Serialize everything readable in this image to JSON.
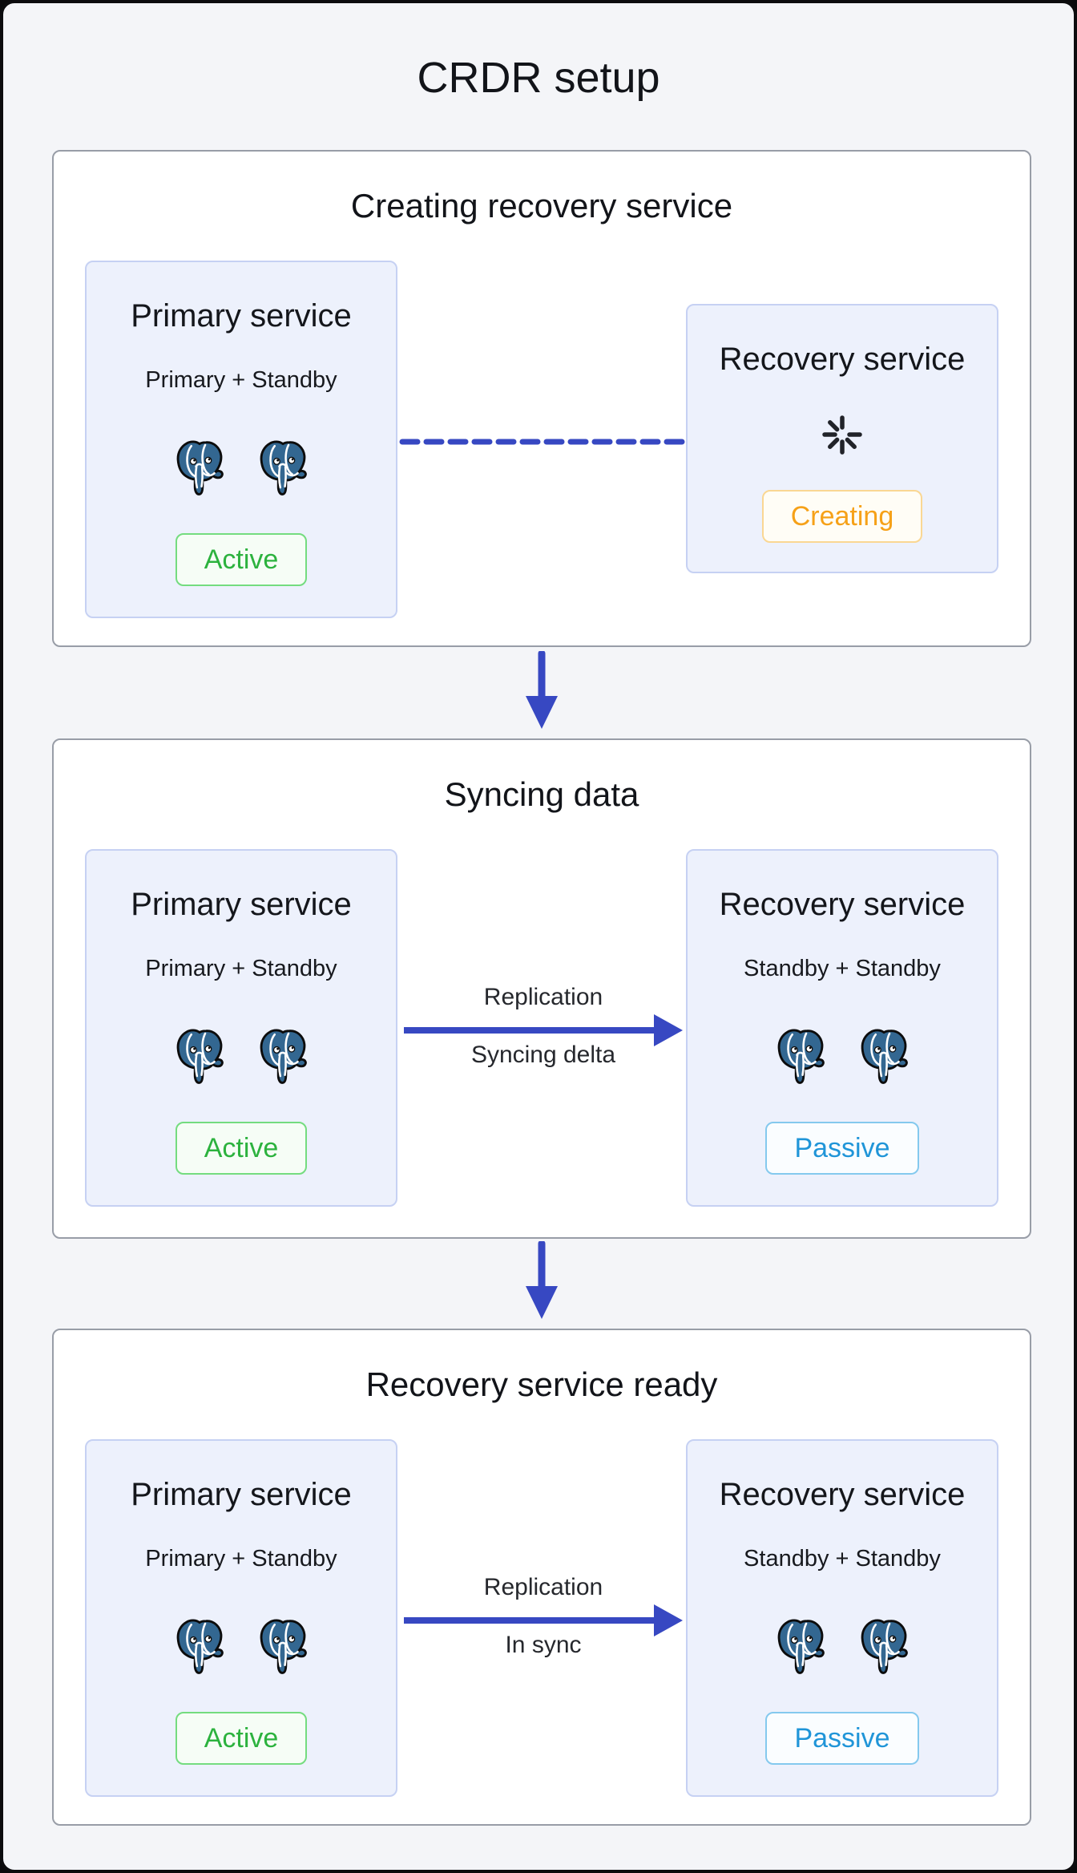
{
  "page_title": "CRDR setup",
  "colors": {
    "accent_blue": "#3748c2",
    "elephant_blue": "#336791",
    "active_green": "#2cb23e",
    "creating_orange": "#f6a118",
    "passive_blue": "#2095d8",
    "card_bg": "#edf1fc",
    "stage_bg": "#ffffff",
    "page_bg": "#f4f5f8"
  },
  "stages": [
    {
      "title": "Creating recovery service",
      "primary": {
        "title": "Primary service",
        "subtitle": "Primary + Standby",
        "status": "Active"
      },
      "recovery": {
        "title": "Recovery service",
        "status": "Creating"
      },
      "connection": {
        "type": "dashed-line"
      }
    },
    {
      "title": "Syncing data",
      "primary": {
        "title": "Primary service",
        "subtitle": "Primary + Standby",
        "status": "Active"
      },
      "recovery": {
        "title": "Recovery service",
        "subtitle": "Standby + Standby",
        "status": "Passive"
      },
      "connection": {
        "type": "arrow",
        "label_top": "Replication",
        "label_bottom": "Syncing delta"
      }
    },
    {
      "title": "Recovery service ready",
      "primary": {
        "title": "Primary service",
        "subtitle": "Primary + Standby",
        "status": "Active"
      },
      "recovery": {
        "title": "Recovery service",
        "subtitle": "Standby + Standby",
        "status": "Passive"
      },
      "connection": {
        "type": "arrow",
        "label_top": "Replication",
        "label_bottom": "In sync"
      }
    }
  ]
}
